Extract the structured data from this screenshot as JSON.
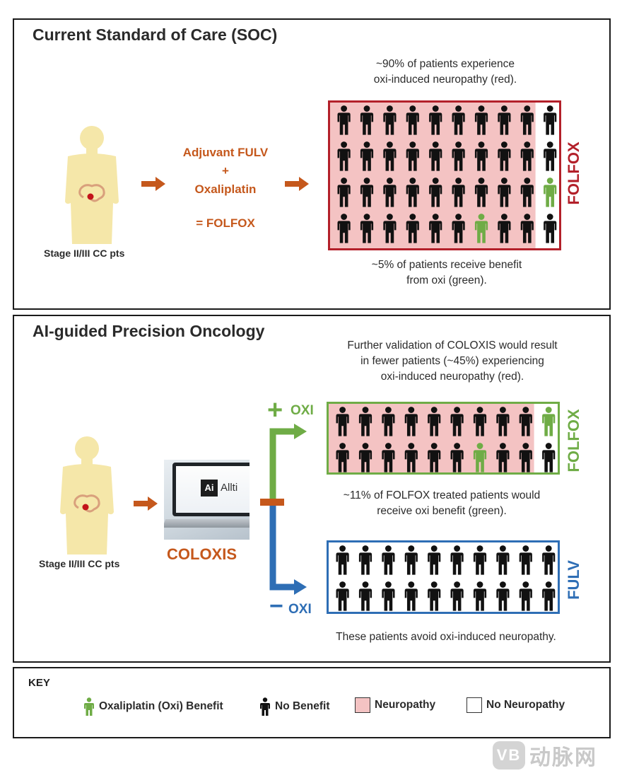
{
  "soc": {
    "title": "Current Standard of Care (SOC)",
    "note_top": [
      "~90% of patients experience",
      "oxi-induced neuropathy (red)."
    ],
    "drug_lines": [
      "Adjuvant FULV",
      "+",
      "Oxaliplatin",
      "= FOLFOX"
    ],
    "caption": "Stage II/III CC pts",
    "grid_label": "FOLFOX",
    "note_bottom": [
      "~5% of patients receive benefit",
      "from oxi (green)."
    ],
    "grid": {
      "rows": 4,
      "cols": 10,
      "neuropathy_cols": 9,
      "benefit": [
        [
          2,
          9
        ],
        [
          3,
          6
        ]
      ]
    }
  },
  "ai": {
    "title": "AI-guided Precision Oncology",
    "note_top": [
      "Further validation of COLOXIS would result",
      "in fewer patients (~45%) experiencing",
      "oxi-induced neuropathy (red)."
    ],
    "caption": "Stage II/III CC pts",
    "laptop_logo": "Ai",
    "laptop_text": "Allti",
    "model_name": "COLOXIS",
    "plus_label": "OXI",
    "minus_label": "OXI",
    "plus_sign": "+",
    "minus_sign": "−",
    "folfox_label": "FOLFOX",
    "fulv_label": "FULV",
    "note_mid": [
      "~11% of FOLFOX treated patients would",
      "receive oxi benefit (green)."
    ],
    "note_bottom": "These patients avoid oxi-induced neuropathy.",
    "folfox_grid": {
      "rows": 2,
      "cols": 10,
      "neuropathy_cols": 9,
      "benefit": [
        [
          0,
          9
        ],
        [
          1,
          6
        ]
      ]
    },
    "fulv_grid": {
      "rows": 2,
      "cols": 10,
      "neuropathy_cols": 0,
      "benefit": []
    }
  },
  "key": {
    "title": "KEY",
    "items": [
      "Oxaliplatin (Oxi) Benefit",
      "No Benefit",
      "Neuropathy",
      "No Neuropathy"
    ]
  },
  "watermark": {
    "logo": "VB",
    "text": "动脉网"
  },
  "colors": {
    "orange": "#c5581c",
    "red_border": "#b3202a",
    "green": "#6fac46",
    "blue": "#2e6eb5",
    "neuropathy_fill": "#f4c3c3",
    "body": "#f5e7a9",
    "benefit_person": "#6fac46",
    "no_benefit_person": "#111111"
  }
}
